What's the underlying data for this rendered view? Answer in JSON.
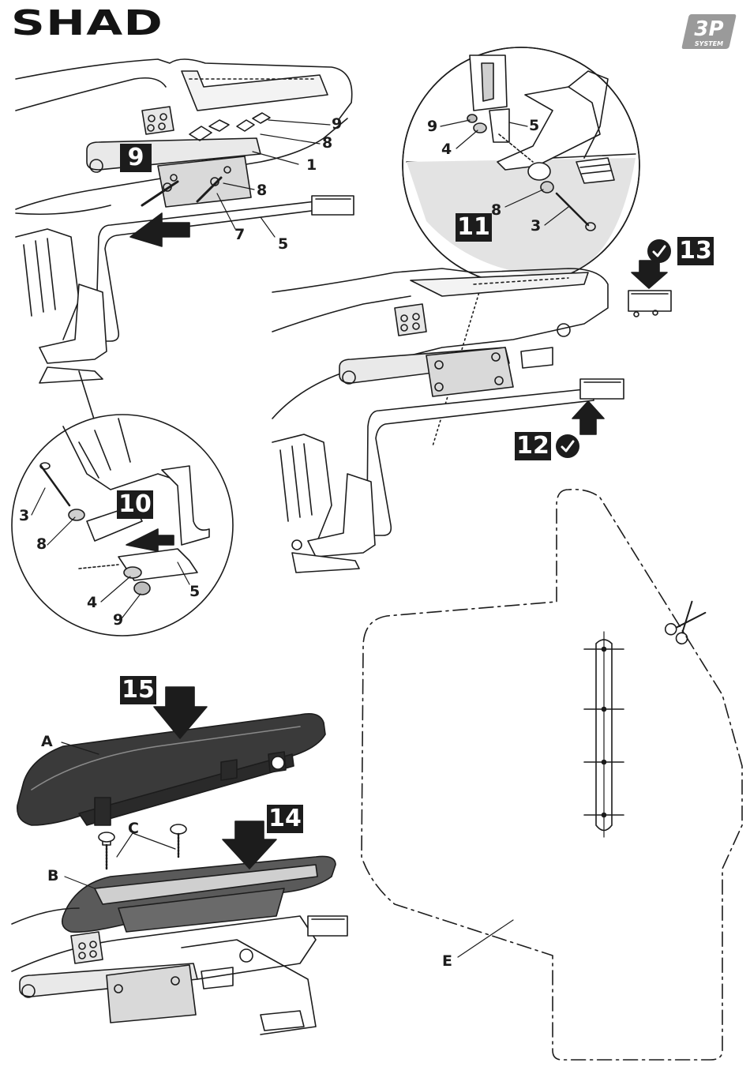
{
  "brand": {
    "name": "SHAD",
    "system_top": "3P",
    "system_bottom": "SYSTEM"
  },
  "steps": {
    "s9": "9",
    "s10": "10",
    "s11": "11",
    "s12": "12",
    "s13": "13",
    "s14": "14",
    "s15": "15"
  },
  "labels": {
    "top_left": [
      "9",
      "8",
      "1",
      "8",
      "7",
      "5"
    ],
    "detail_10": [
      "3",
      "8",
      "4",
      "9",
      "5"
    ],
    "detail_11": [
      "9",
      "4",
      "5",
      "8",
      "3"
    ],
    "seat": [
      "A",
      "C",
      "B"
    ],
    "template": "E"
  },
  "icons": {
    "check": "check-icon",
    "scissors": "scissors-icon",
    "arrow": "arrow-icon"
  },
  "colors": {
    "ink": "#1c1c1c",
    "dark_fill": "#3a3a3a",
    "grey_fill": "#d9d9d9",
    "mid_grey": "#8a8a8a"
  }
}
